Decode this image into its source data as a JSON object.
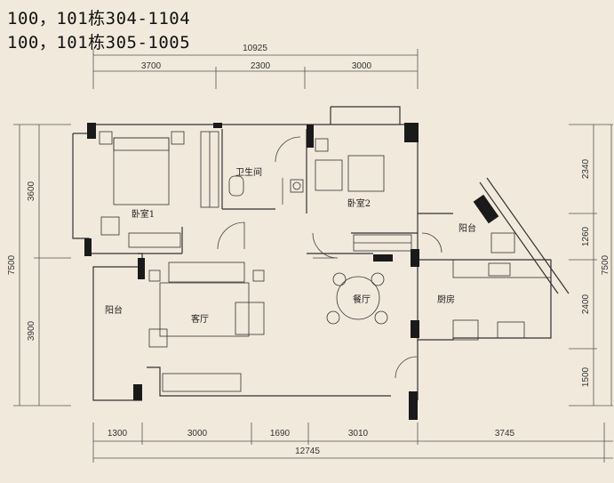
{
  "header": {
    "line1": "100，101栋304-1104",
    "line2": "100，101栋305-1005"
  },
  "dimensions": {
    "top_total": "10925",
    "top_segments": [
      "3700",
      "2300",
      "3000"
    ],
    "bottom_segments": [
      "1300",
      "3000",
      "1690",
      "3010",
      "3745"
    ],
    "bottom_total": "12745",
    "left_total": "7500",
    "left_segments": [
      "3600",
      "3900"
    ],
    "right_total": "7500",
    "right_segments": [
      "2340",
      "1260",
      "2400",
      "1500"
    ]
  },
  "rooms": {
    "bedroom1": "卧室1",
    "bathroom": "卫生间",
    "bedroom2": "卧室2",
    "balcony_right": "阳台",
    "balcony_left": "阳台",
    "living": "客厅",
    "dining": "餐厅",
    "kitchen": "厨房"
  },
  "colors": {
    "background": "#f1e9dc",
    "wall": "#1a1a1a",
    "line": "#555555"
  }
}
